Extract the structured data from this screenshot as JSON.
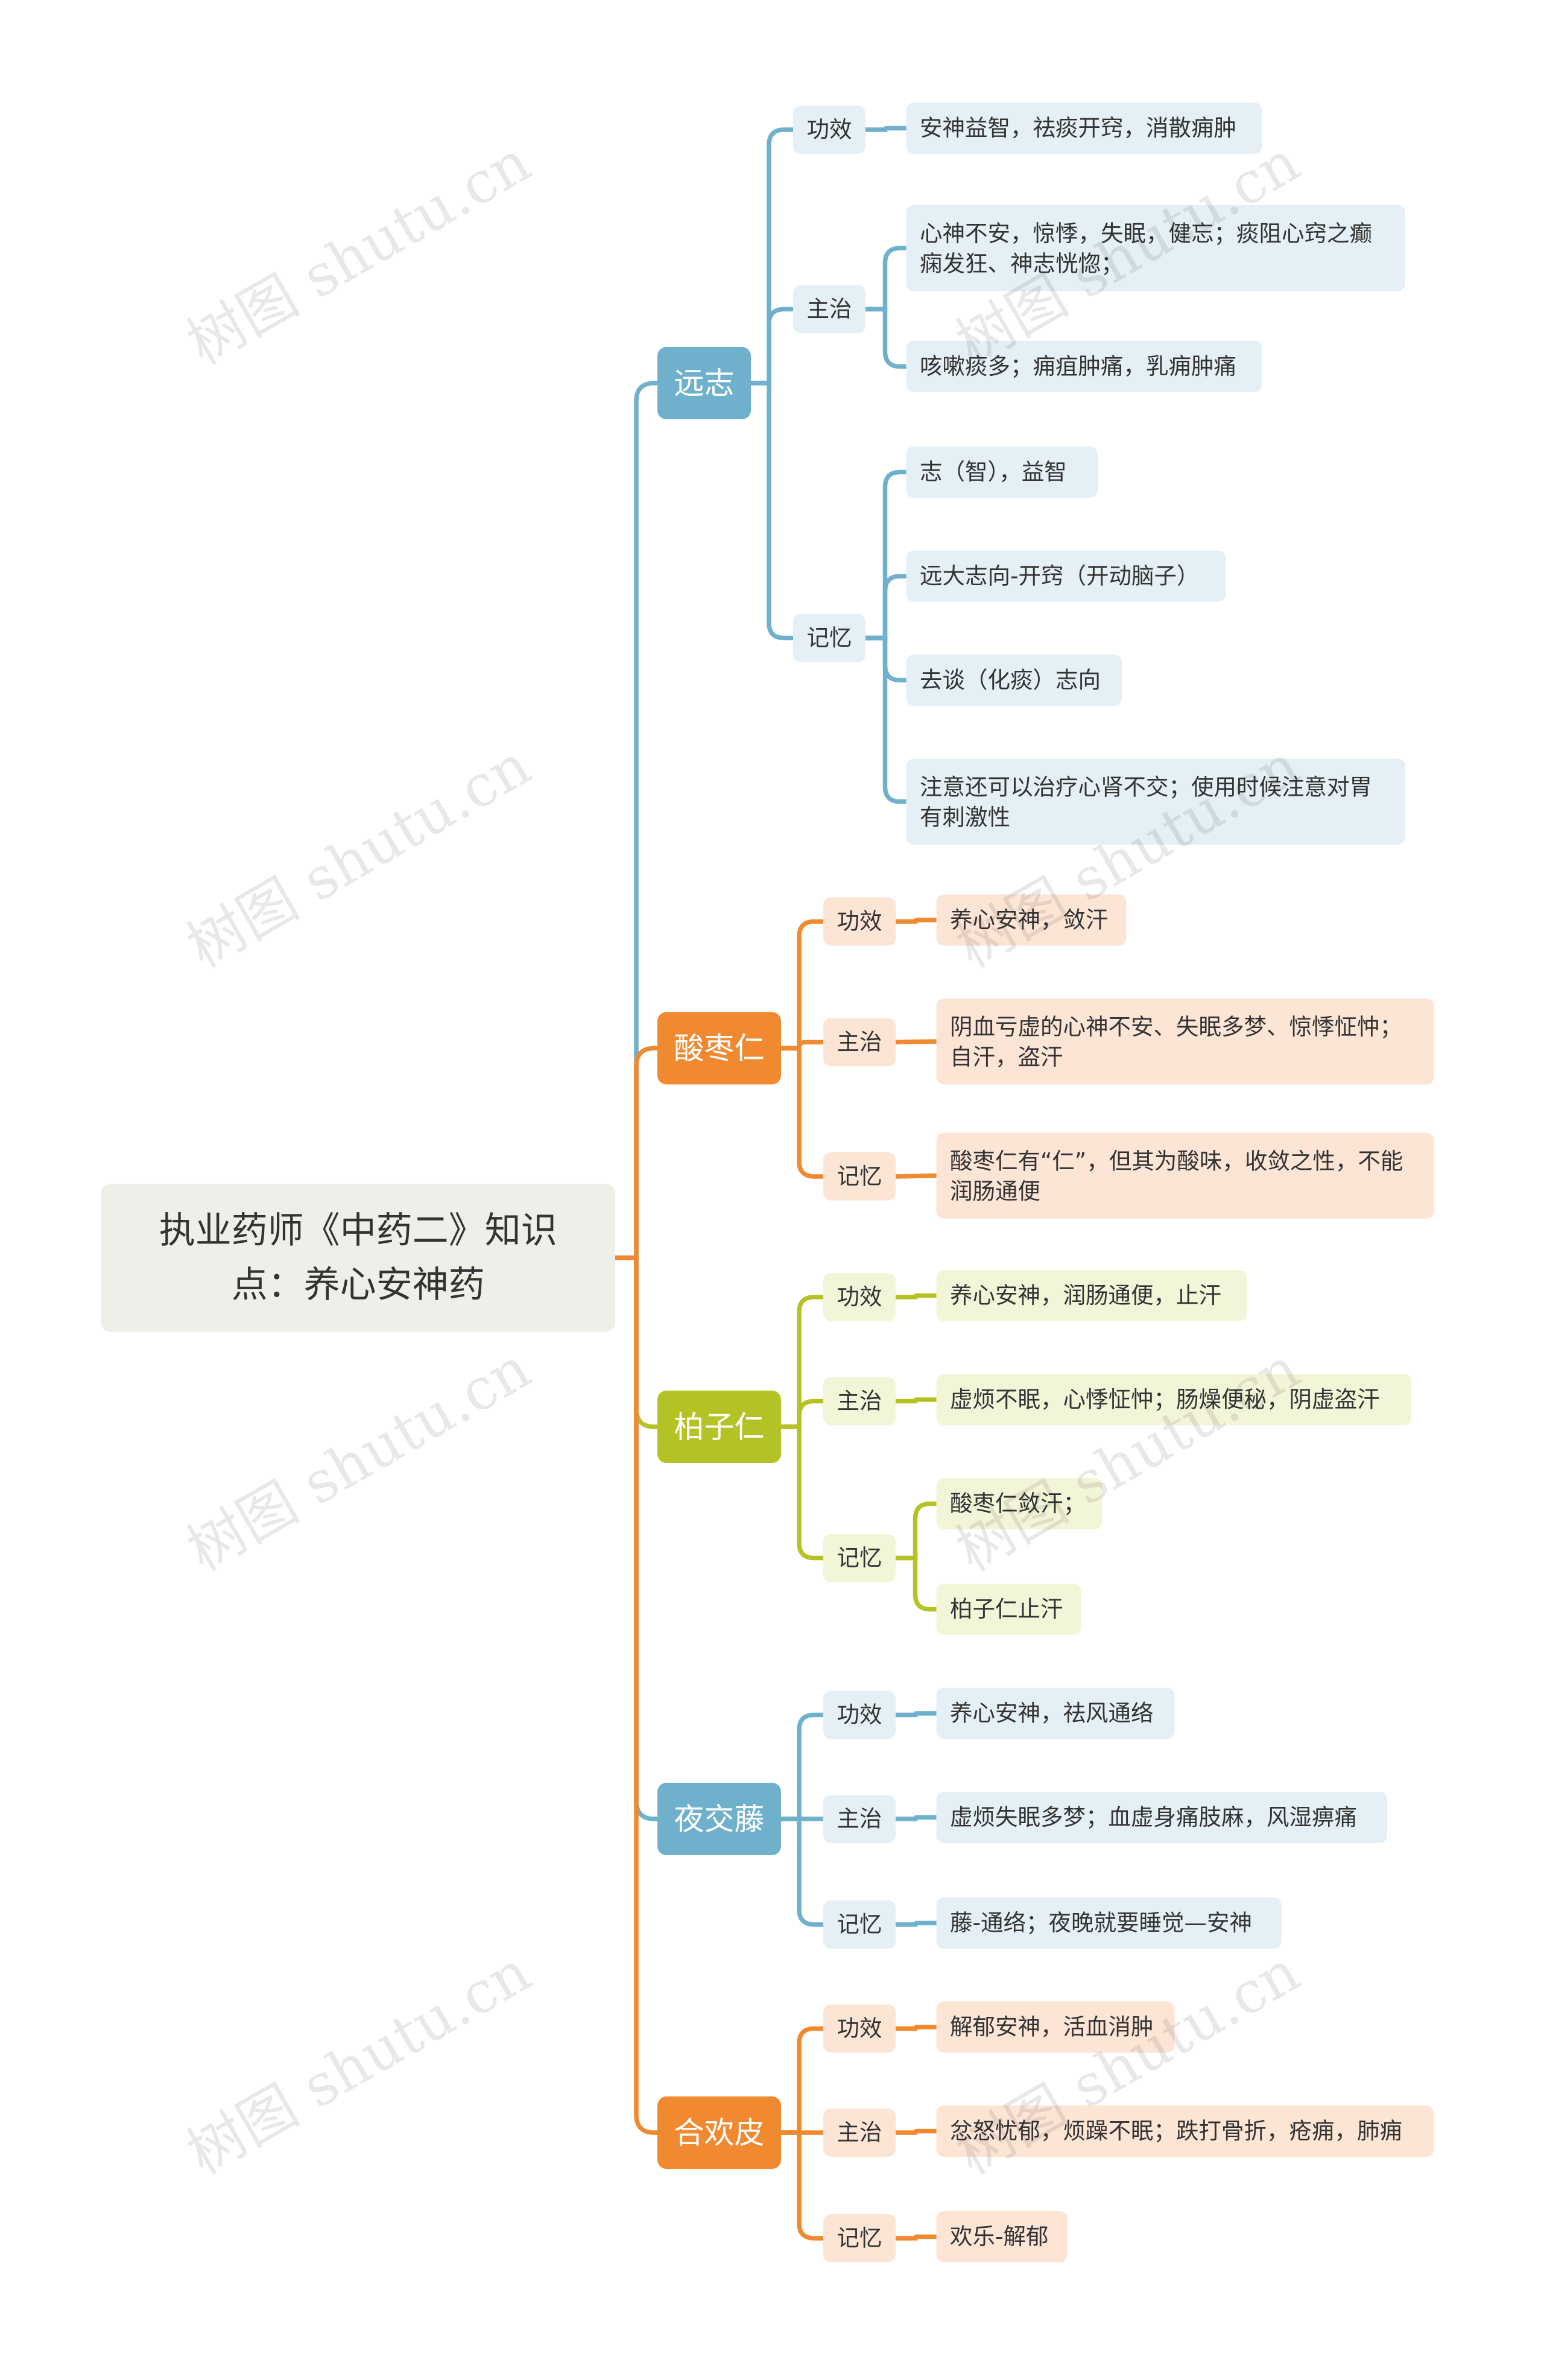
{
  "title": "执业药师《中药二》知识点：养心安神药",
  "colors": {
    "blue": "#6fb1cc",
    "orange": "#f0892f",
    "green": "#b5c225",
    "blue_bg": "#e4f0f5",
    "orange_bg": "#fde5d5",
    "green_bg": "#f3f5d8"
  },
  "drugs": [
    {
      "name": "远志",
      "theme": "blue",
      "cats": [
        {
          "label": "功效",
          "items": [
            "安神益智，祛痰开窍，消散痈肿"
          ]
        },
        {
          "label": "主治",
          "items": [
            "心神不安，惊悸，失眠，健忘；痰阻心窍之癫痫发狂、神志恍惚；",
            "咳嗽痰多；痈疽肿痛，乳痈肿痛"
          ]
        },
        {
          "label": "记忆",
          "items": [
            "志（智），益智",
            "远大志向-开窍（开动脑子）",
            "去谈（化痰）志向",
            "注意还可以治疗心肾不交；使用时候注意对胃有刺激性"
          ]
        }
      ]
    },
    {
      "name": "酸枣仁",
      "theme": "orange",
      "cats": [
        {
          "label": "功效",
          "items": [
            "养心安神，敛汗"
          ]
        },
        {
          "label": "主治",
          "items": [
            "阴血亏虚的心神不安、失眠多梦、惊悸怔忡；自汗，盗汗"
          ]
        },
        {
          "label": "记忆",
          "items": [
            "酸枣仁有“仁”，但其为酸味，收敛之性，不能润肠通便"
          ]
        }
      ]
    },
    {
      "name": "柏子仁",
      "theme": "green",
      "cats": [
        {
          "label": "功效",
          "items": [
            "养心安神，润肠通便，止汗"
          ]
        },
        {
          "label": "主治",
          "items": [
            "虚烦不眠，心悸怔忡；肠燥便秘，阴虚盗汗"
          ]
        },
        {
          "label": "记忆",
          "items": [
            "酸枣仁敛汗；",
            "柏子仁止汗"
          ]
        }
      ]
    },
    {
      "name": "夜交藤",
      "theme": "blue",
      "cats": [
        {
          "label": "功效",
          "items": [
            "养心安神，祛风通络"
          ]
        },
        {
          "label": "主治",
          "items": [
            "虚烦失眠多梦；血虚身痛肢麻，风湿痹痛"
          ]
        },
        {
          "label": "记忆",
          "items": [
            "藤-通络；夜晚就要睡觉—安神"
          ]
        }
      ]
    },
    {
      "name": "合欢皮",
      "theme": "orange",
      "cats": [
        {
          "label": "功效",
          "items": [
            "解郁安神，活血消肿"
          ]
        },
        {
          "label": "主治",
          "items": [
            "忿怒忧郁，烦躁不眠；跌打骨折，疮痈，肺痈"
          ]
        },
        {
          "label": "记忆",
          "items": [
            "欢乐-解郁"
          ]
        }
      ]
    }
  ],
  "watermark": "树图 shutu.cn"
}
